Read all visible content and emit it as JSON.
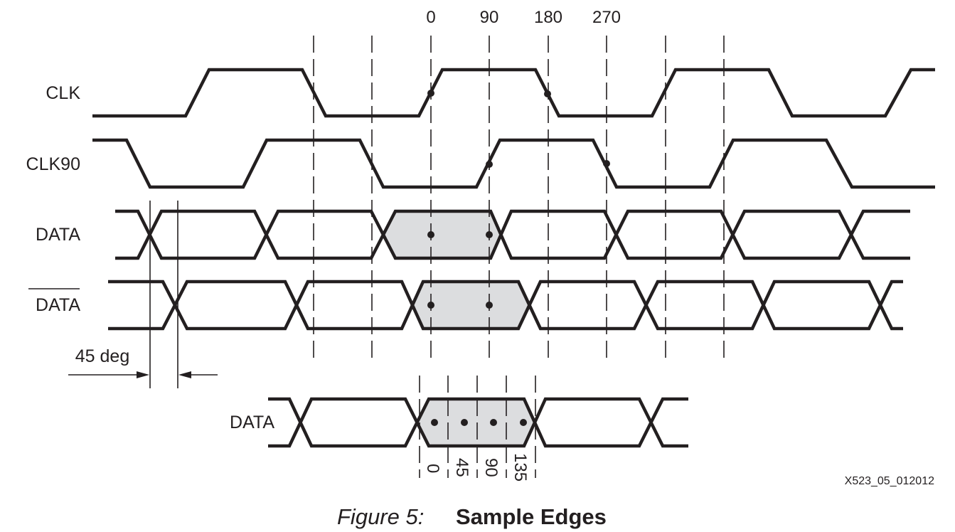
{
  "diagram": {
    "phase_labels": [
      "0",
      "90",
      "180",
      "270"
    ],
    "signals": {
      "clk": "CLK",
      "clk90": "CLK90",
      "data": "DATA",
      "data_n": "DATA",
      "data_zoom": "DATA"
    },
    "skew_label": "45 deg",
    "sample_labels": [
      "0",
      "45",
      "90",
      "135"
    ],
    "figure_id": "X523_05_012012"
  },
  "caption": {
    "number": "Figure 5:",
    "title": "Sample Edges"
  }
}
